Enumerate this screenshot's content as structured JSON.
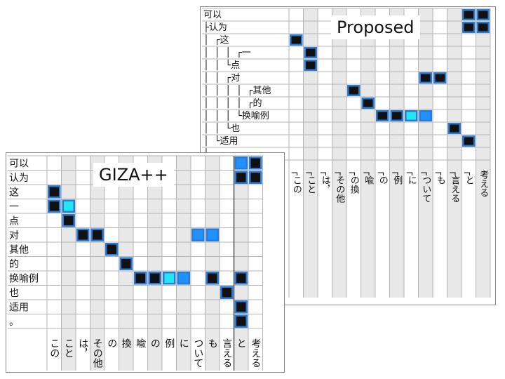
{
  "proposed": {
    "title": "Proposed",
    "rows": [
      "可以",
      "├认为",
      "│ ┌这",
      "│ │ │ ┌一",
      "│ │ └点",
      "│ │ ┌对",
      "│ │ │ │ ┌其他",
      "│ │ │ │ ┌的",
      "│ │ │ └换喻例",
      "│ │ └也",
      "│ └适用",
      "│"
    ],
    "cols": [
      "┌この",
      "┌こと",
      "┌は，",
      "┌その他",
      "┌の換",
      "┌喩",
      "┌の",
      "┌例",
      "┌に",
      "┌ついて",
      "┌も",
      "┌言える",
      "┌と",
      "考える"
    ],
    "cells": [
      [
        0,
        12,
        "black"
      ],
      [
        0,
        13,
        "black"
      ],
      [
        1,
        12,
        "black"
      ],
      [
        1,
        13,
        "black"
      ],
      [
        2,
        0,
        "black"
      ],
      [
        3,
        1,
        "black"
      ],
      [
        4,
        1,
        "black"
      ],
      [
        5,
        9,
        "black"
      ],
      [
        5,
        10,
        "black"
      ],
      [
        6,
        4,
        "black"
      ],
      [
        7,
        5,
        "black"
      ],
      [
        8,
        6,
        "black"
      ],
      [
        8,
        7,
        "black"
      ],
      [
        8,
        8,
        "cyan"
      ],
      [
        8,
        9,
        "blue"
      ],
      [
        9,
        11,
        "black"
      ],
      [
        10,
        12,
        "black"
      ]
    ]
  },
  "giza": {
    "title": "GIZA++",
    "rows": [
      "可以",
      "认为",
      "这",
      "一",
      "点",
      "对",
      "其他",
      "的",
      "换喻例",
      "也",
      "适用",
      "。"
    ],
    "cols": [
      "この",
      "こと",
      "は，",
      "その他",
      "の",
      "換",
      "喩",
      "の",
      "例",
      "に",
      "ついて",
      "も",
      "言える",
      "と",
      "考える"
    ],
    "cells": [
      [
        0,
        13,
        "blue"
      ],
      [
        0,
        14,
        "black"
      ],
      [
        1,
        13,
        "black"
      ],
      [
        1,
        14,
        "black"
      ],
      [
        2,
        0,
        "black"
      ],
      [
        3,
        0,
        "black"
      ],
      [
        3,
        1,
        "cyan"
      ],
      [
        4,
        1,
        "black"
      ],
      [
        5,
        2,
        "black"
      ],
      [
        5,
        3,
        "black"
      ],
      [
        5,
        10,
        "blue"
      ],
      [
        5,
        11,
        "blue"
      ],
      [
        6,
        4,
        "black"
      ],
      [
        7,
        5,
        "black"
      ],
      [
        8,
        6,
        "black"
      ],
      [
        8,
        7,
        "black"
      ],
      [
        8,
        8,
        "cyan"
      ],
      [
        8,
        9,
        "blue"
      ],
      [
        8,
        11,
        "black"
      ],
      [
        8,
        13,
        "black"
      ],
      [
        9,
        12,
        "black"
      ],
      [
        10,
        13,
        "black"
      ],
      [
        11,
        13,
        "black"
      ]
    ]
  },
  "colors": {
    "black": "#111111",
    "blue": "#1e90ff",
    "cyan": "#22e6f2",
    "frame": "#2a7bd4",
    "grid": "#b5b5b5",
    "shade": "#e8e8e8"
  }
}
